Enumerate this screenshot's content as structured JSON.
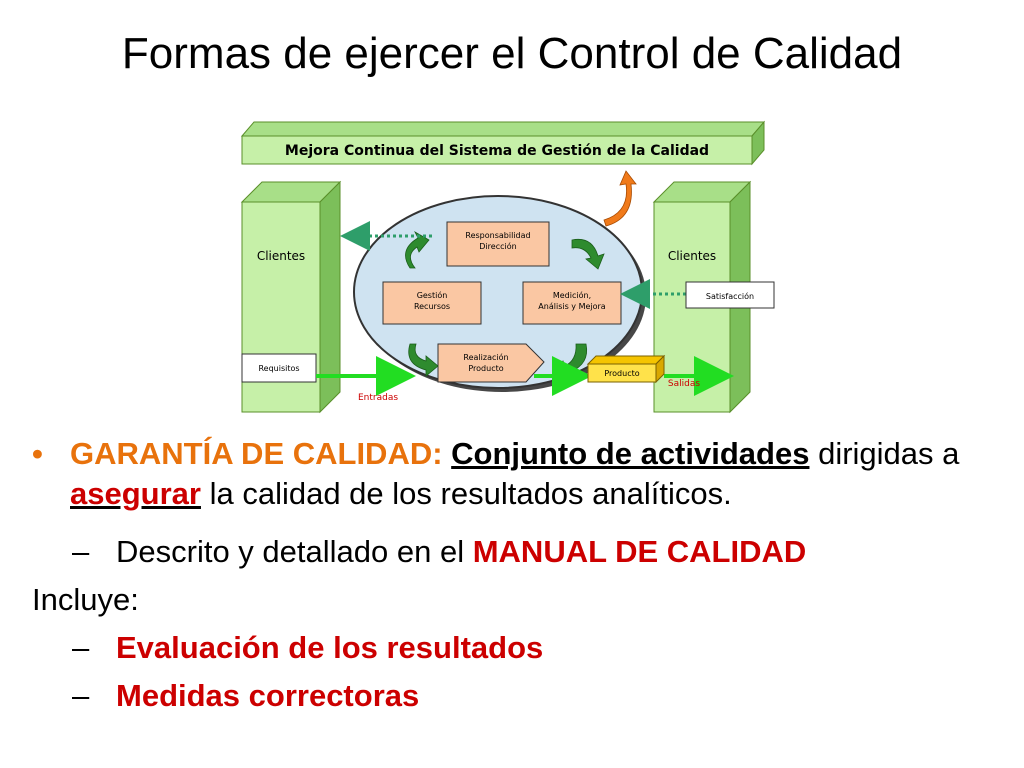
{
  "slide": {
    "title": "Formas de ejercer el Control de Calidad"
  },
  "diagram": {
    "banner": "Mejora Continua del Sistema de Gestión de la Calidad",
    "left_column": "Clientes",
    "right_column": "Clientes",
    "requisitos": "Requisitos",
    "satisfaccion": "Satisfacción",
    "responsabilidad_line1": "Responsabilidad",
    "responsabilidad_line2": "Dirección",
    "gestion_line1": "Gestión",
    "gestion_line2": "Recursos",
    "medicion_line1": "Medición,",
    "medicion_line2": "Análisis y Mejora",
    "realizacion_line1": "Realización",
    "realizacion_line2": "Producto",
    "producto": "Producto",
    "entradas": "Entradas",
    "salidas": "Salidas",
    "colors": {
      "green_panel": "#C6F0A8",
      "green_border": "#5A8F2A",
      "ellipse": "#CFE3F1",
      "process_box": "#FAC7A3",
      "product_box": "#FFE24A",
      "arrow_green": "#2E8B2E",
      "arrow_orange": "#F07A1A",
      "flow_green": "#22DD22",
      "label_red": "#CC0000"
    }
  },
  "bullets": {
    "main": {
      "heading": "GARANTÍA DE CALIDAD:",
      "underlined": "Conjunto de actividades",
      "text_before": "dirigidas a",
      "emphasis": "asegurar",
      "text_after": "la calidad de los resultados analíticos."
    },
    "sub1": {
      "dash": "–",
      "text": "Descrito y detallado en el",
      "emphasis": "MANUAL DE CALIDAD"
    },
    "incluye": "Incluye:",
    "sub2": {
      "dash": "–",
      "text": "Evaluación de los resultados"
    },
    "sub3": {
      "dash": "–",
      "text": "Medidas correctoras"
    },
    "bullet_symbol": "•"
  }
}
